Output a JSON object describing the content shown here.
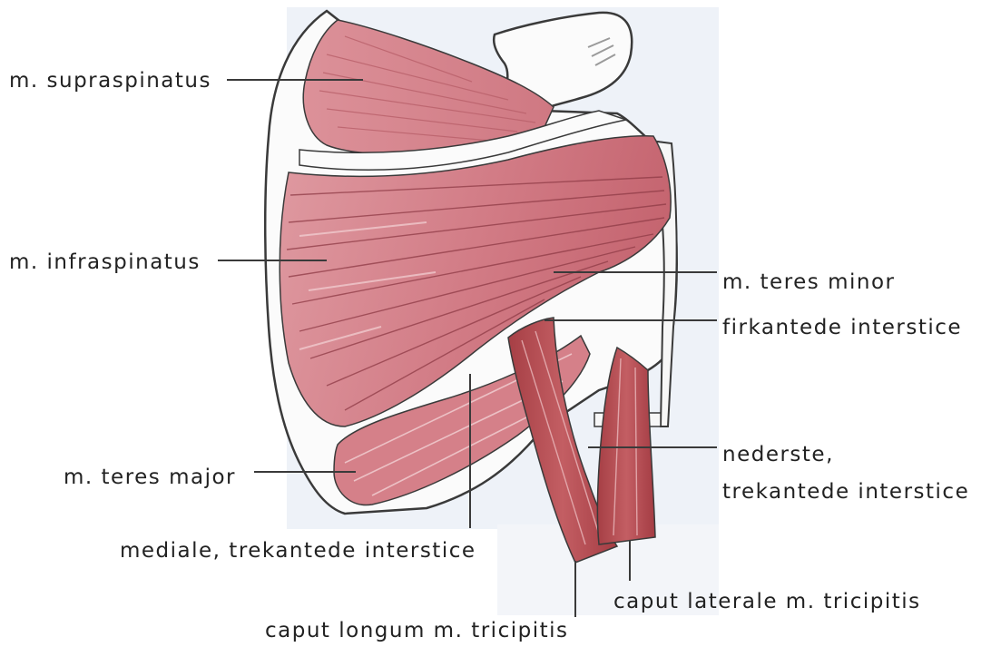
{
  "colors": {
    "background": "#ffffff",
    "panel": "#eef2f8",
    "bone": "#fbfbfb",
    "outline": "#3a3a3a",
    "muscle_light": "#dd8f97",
    "muscle_mid": "#c8707a",
    "muscle_dark": "#b0505a",
    "tricep": "#b54a4e",
    "label_text": "#222222"
  },
  "labels": {
    "supraspinatus": "m. supraspinatus",
    "infraspinatus": "m. infraspinatus",
    "teres_minor": "m. teres minor",
    "quadrangular_space": "firkantede interstice",
    "triangular_interval_line1": "nederste,",
    "triangular_interval_line2": "trekantede interstice",
    "teres_major": "m. teres major",
    "triangular_space": "mediale, trekantede interstice",
    "lateral_head": "caput laterale m. tricipitis",
    "long_head": "caput longum m. tricipitis"
  }
}
